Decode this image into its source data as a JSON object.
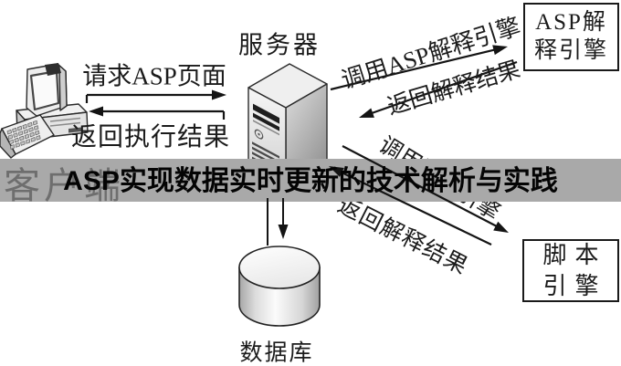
{
  "title_banner": {
    "text": "ASP实现数据实时更新的技术解析与实践",
    "background_color": "#a9a9a9",
    "text_color": "#040404"
  },
  "nodes": {
    "client": {
      "label": "客户端",
      "label_color": "#6e6e6e",
      "icon": "desktop-computer-icon"
    },
    "server": {
      "label": "服务器",
      "icon": "server-tower-icon"
    },
    "asp_engine": {
      "line1": "ASP解",
      "line2": "释引擎"
    },
    "script_engine": {
      "line1": "脚本",
      "line2": "引擎"
    },
    "database": {
      "label": "数据库",
      "icon": "database-cylinder-icon"
    }
  },
  "edges": {
    "request_asp": {
      "label": "请求ASP页面",
      "direction": "client-to-server"
    },
    "return_exec": {
      "label": "返回执行结果",
      "direction": "server-to-client"
    },
    "call_asp_engine": {
      "label": "调用ASP解释引擎",
      "direction": "server-to-asp-engine"
    },
    "return_interp_top": {
      "label": "返回解释结果",
      "direction": "asp-engine-to-server"
    },
    "call_script_engine": {
      "label": "调用脚本引擎",
      "direction": "server-to-script-engine"
    },
    "return_interp_bottom": {
      "label": "返回解释结果",
      "direction": "script-engine-to-server"
    },
    "db_write": {
      "label": "",
      "direction": "server-to-database"
    }
  },
  "colors": {
    "line": "#141414",
    "label_text": "#1b1b1b",
    "box_border": "#1a1a1a",
    "background": "#ffffff"
  }
}
